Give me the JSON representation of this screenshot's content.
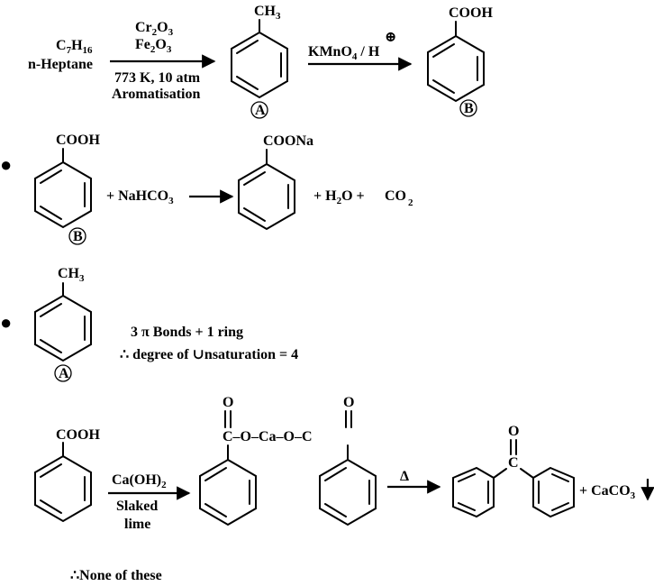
{
  "reaction1": {
    "reactant_C": "C",
    "reactant_7": "7",
    "reactant_H": "H",
    "reactant_16": "16",
    "reactant_name": "n-Heptane",
    "reagent_cr": "Cr",
    "reagent_cr_2": "2",
    "reagent_cr_O": "O",
    "reagent_cr_3": "3",
    "reagent_fe": "Fe",
    "reagent_fe_2": "2",
    "reagent_fe_O": "O",
    "reagent_fe_3": "3",
    "conditions": "773 K, 10 atm",
    "process": "Aromatisation",
    "product_group": "CH",
    "product_group_sub": "3",
    "product_label": "A",
    "oxidant_main": "KMnO",
    "oxidant_sub": "4",
    "oxidant_rest": " / H",
    "oxidant_plus": "⊕",
    "product2_group": "COOH",
    "product2_label": "B"
  },
  "reaction2": {
    "bullet": "●",
    "reactant_group": "COOH",
    "reactant_label": "B",
    "reagent_a": "+ NaHCO",
    "reagent_sub": "3",
    "product_group": "COONa",
    "byproduct_a": "+ H",
    "byproduct_sub": "2",
    "byproduct_b": "O +",
    "byproduct_c": "CO",
    "byproduct_c_sub": "2"
  },
  "note": {
    "bullet": "●",
    "group": "CH",
    "group_sub": "3",
    "label": "A",
    "line1": "3 π Bonds + 1 ring",
    "line2": "∴ degree of ∪nsaturation = 4"
  },
  "reaction3": {
    "reactant_group": "COOH",
    "reagent_a": "Ca(OH)",
    "reagent_sub": "2",
    "reagent_name1": "Slaked",
    "reagent_name2": "lime",
    "salt_O1": "O",
    "salt_chain": "C–O–Ca–O–C",
    "salt_O2": "O",
    "heat": "Δ",
    "ketone_O": "O",
    "ketone_C": "C",
    "byproduct": "+ CaCO",
    "byproduct_sub": "3",
    "conclusion": "∴None of these"
  }
}
